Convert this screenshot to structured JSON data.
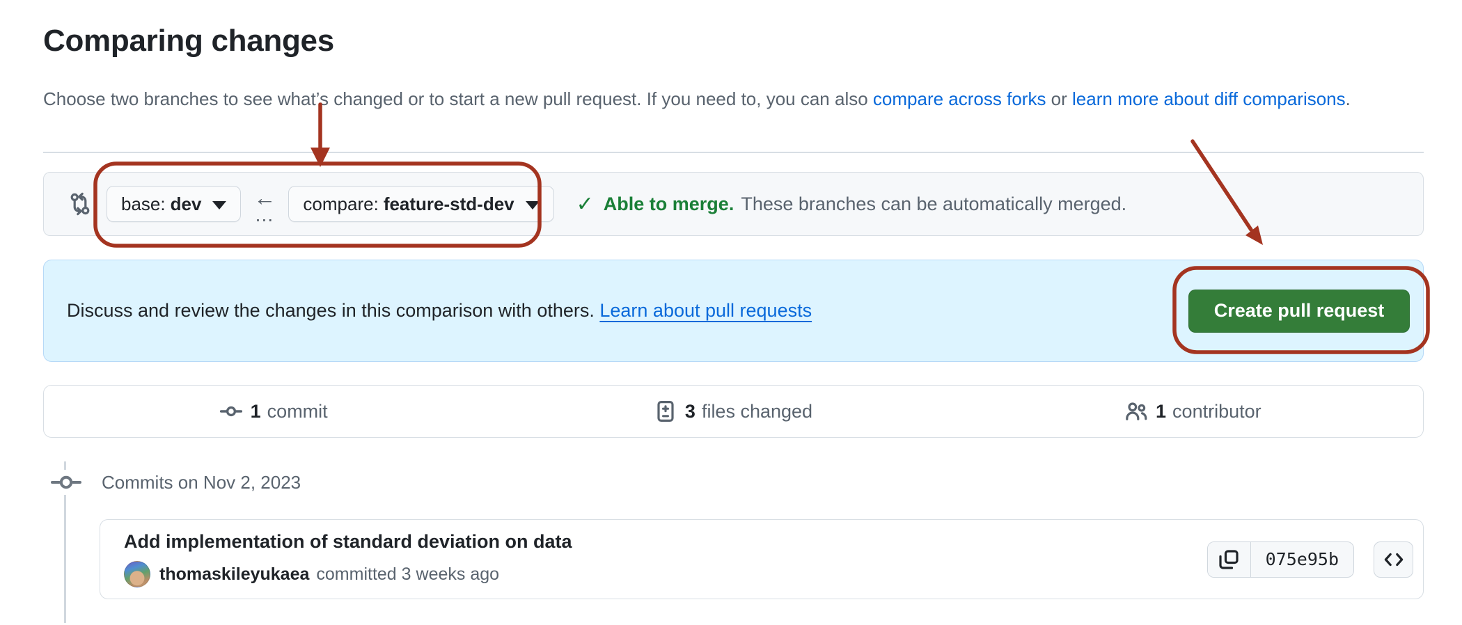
{
  "page": {
    "title": "Comparing changes",
    "description": {
      "text1": "Choose two branches to see what’s changed or to start a new pull request. If you need to, you can also ",
      "link_forks": "compare across forks",
      "text2": " or ",
      "link_diff": "learn more about diff comparisons",
      "text3": "."
    }
  },
  "branch_bar": {
    "base_label": "base:",
    "base_value": "dev",
    "compare_label": "compare:",
    "compare_value": "feature-std-dev",
    "separator_arrow": "←",
    "separator_dots": "…",
    "merge_check": "✓",
    "merge_status_title": "Able to merge.",
    "merge_status_text": "These branches can be automatically merged."
  },
  "pr_banner": {
    "text": "Discuss and review the changes in this comparison with others. ",
    "link": "Learn about pull requests",
    "button_label": "Create pull request"
  },
  "stats": {
    "commits_count": "1",
    "commits_label": "commit",
    "files_count": "3",
    "files_label": "files changed",
    "contributors_count": "1",
    "contributors_label": "contributor"
  },
  "commits": {
    "date_header": "Commits on Nov 2, 2023",
    "commit": {
      "title": "Add implementation of standard deviation on data",
      "author": "thomaskileyukaea",
      "meta": "committed 3 weeks ago",
      "sha": "075e95b"
    }
  },
  "colors": {
    "link_blue": "#0969da",
    "success_green": "#1a7f37",
    "button_green": "#347d39",
    "banner_blue_bg": "#ddf4ff",
    "annotation_red": "#a43420",
    "muted_gray": "#59636e",
    "border_gray": "#d0d7de"
  }
}
